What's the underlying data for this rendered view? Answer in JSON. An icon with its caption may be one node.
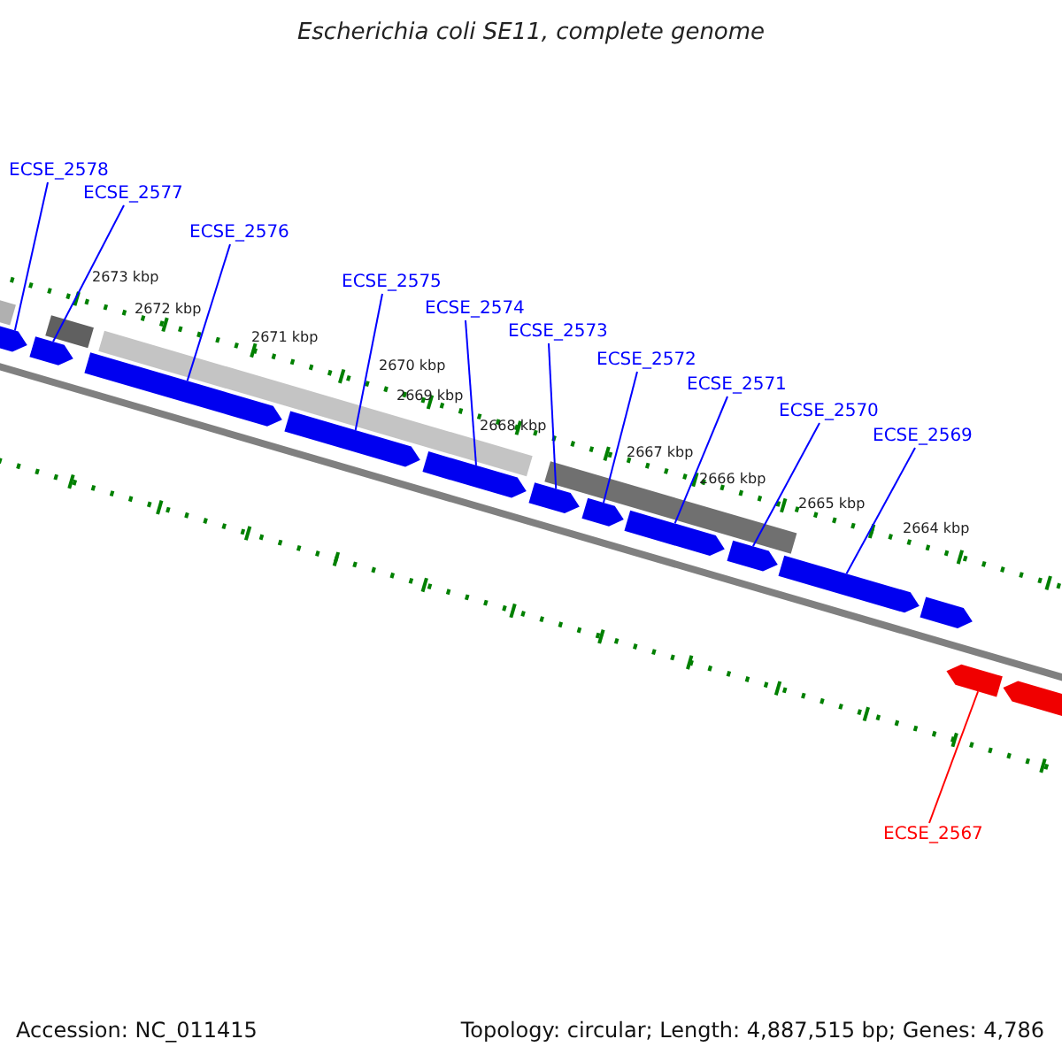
{
  "diagram": {
    "title": "Escherichia coli SE11, complete genome",
    "nodes": [
      {
        "text": [
          "ECSE_2578"
        ]
      },
      {
        "text": [
          "ECSE_2577"
        ]
      },
      {
        "text": [
          "ECSE_2576"
        ]
      },
      {
        "text": [
          "ECSE_2575"
        ]
      },
      {
        "text": [
          "ECSE_2574"
        ]
      },
      {
        "text": [
          "ECSE_2573"
        ]
      },
      {
        "text": [
          "ECSE_2572"
        ]
      },
      {
        "text": [
          "ECSE_2571"
        ]
      },
      {
        "text": [
          "ECSE_2570"
        ]
      },
      {
        "text": [
          "ECSE_2569"
        ]
      },
      {
        "text": [
          "ECSE_2567"
        ]
      },
      {
        "text": [],
        "shape": "box"
      },
      {
        "text": [],
        "shape": "box"
      },
      {
        "text": [],
        "shape": "box"
      },
      {
        "text": [],
        "shape": "box"
      },
      {
        "text": [],
        "shape": "box"
      },
      {
        "text": [],
        "shape": "box"
      },
      {
        "text": [],
        "shape": "box"
      },
      {
        "text": [],
        "shape": "box"
      },
      {
        "text": [],
        "shape": "box"
      },
      {
        "text": [],
        "shape": "box"
      },
      {
        "text": [],
        "shape": "box"
      },
      {
        "text": [],
        "shape": "box"
      },
      {
        "text": [],
        "shape": "box"
      }
    ],
    "edges": [
      {
        "from": 0,
        "to": 11,
        "arrow": "none"
      },
      {
        "from": 1,
        "to": 12,
        "arrow": "none"
      },
      {
        "from": 2,
        "to": 13,
        "arrow": "none"
      },
      {
        "from": 3,
        "to": 14,
        "arrow": "none"
      },
      {
        "from": 4,
        "to": 15,
        "arrow": "none"
      },
      {
        "from": 5,
        "to": 16,
        "arrow": "none"
      },
      {
        "from": 6,
        "to": 17,
        "arrow": "none"
      },
      {
        "from": 7,
        "to": 18,
        "arrow": "none"
      },
      {
        "from": 8,
        "to": 19,
        "arrow": "none"
      },
      {
        "from": 9,
        "to": 20,
        "arrow": "none"
      },
      {
        "from": 10,
        "to": 22,
        "arrow": "none",
        "color": "#ff0000"
      }
    ],
    "labels": [
      "2673 kbp",
      "2672 kbp",
      "2671 kbp",
      "2670 kbp",
      "2669 kbp",
      "2668 kbp",
      "2667 kbp",
      "2666 kbp",
      "2665 kbp",
      "2664 kbp",
      "Accession: NC_011415",
      "Topology: circular; Length: 4,887,515 bp; Genes: 4,786"
    ]
  }
}
